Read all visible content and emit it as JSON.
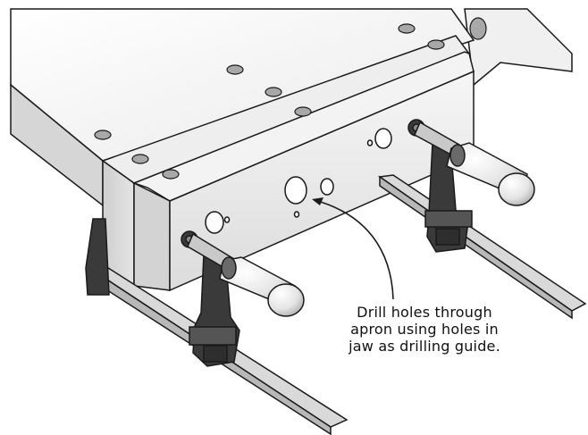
{
  "illustration": {
    "callout_lines": [
      "Drill holes through",
      "apron using holes in",
      "jaw as drilling guide."
    ],
    "colors": {
      "outline": "#1a1a1a",
      "surface_light": "#f2f2f2",
      "surface_mid": "#d9d9d9",
      "surface_dark": "#bdbdbd",
      "clamp_dark": "#3a3a3a",
      "handle": "#e6e6e6",
      "hole": "#a8a8a8"
    }
  }
}
